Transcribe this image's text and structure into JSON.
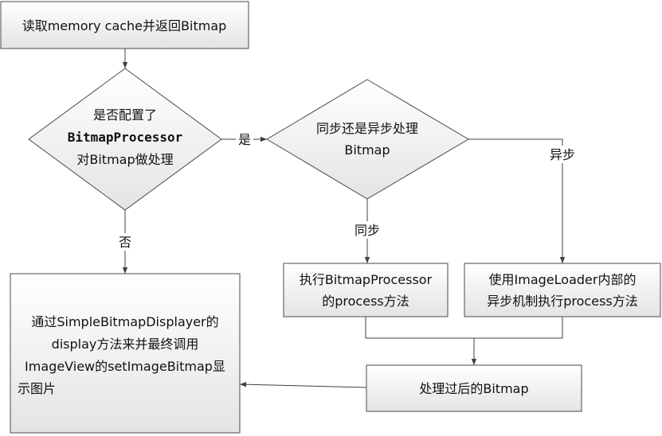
{
  "nodes": {
    "read_cache": {
      "lines": [
        "读取memory cache并返回Bitmap"
      ]
    },
    "decision_processor": {
      "lines": [
        "是否配置了",
        "BitmapProcessor",
        "对Bitmap做处理"
      ]
    },
    "decision_sync": {
      "lines": [
        "同步还是异步处理",
        "Bitmap"
      ]
    },
    "exec_processor": {
      "lines": [
        "执行BitmapProcessor",
        "的process方法"
      ]
    },
    "async_exec": {
      "lines": [
        "使用ImageLoader内部的",
        "异步机制执行process方法"
      ]
    },
    "processed_bitmap": {
      "lines": [
        "处理过后的Bitmap"
      ]
    },
    "display": {
      "lines": [
        "通过SimpleBitmapDisplayer的",
        "display方法来并最终调用",
        "ImageView的setImageBitmap显",
        "示图片"
      ]
    }
  },
  "edges": {
    "yes_label": "是",
    "no_label": "否",
    "sync_label": "同步",
    "async_label": "异步"
  },
  "colors": {
    "box_fill_top": "#ffffff",
    "box_fill_bottom": "#e6e6e6",
    "stroke": "#4a4a4a"
  }
}
